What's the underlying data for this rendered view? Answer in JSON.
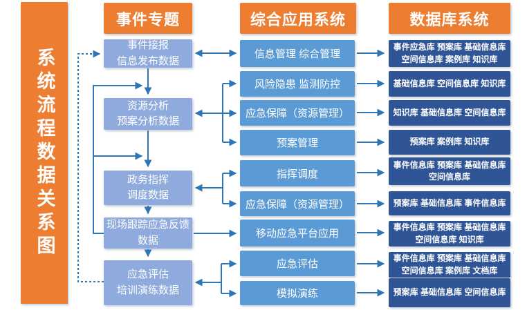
{
  "banner": {
    "title": "系统流程数据关系图"
  },
  "headers": {
    "col1": "事件专题",
    "col2": "综合应用系统",
    "col3": "数据库系统"
  },
  "event_topics": [
    {
      "label": "事件接报\n信息发布数据"
    },
    {
      "label": "资源分析\n预案分析数据"
    },
    {
      "label": "政务指挥\n调度数据"
    },
    {
      "label": "现场跟踪应急反馈\n数据"
    },
    {
      "label": "应急评估\n培训演练数据"
    }
  ],
  "app_systems": [
    {
      "label": "信息管理 综合管理"
    },
    {
      "label": "风险隐患 监测防控"
    },
    {
      "label": "应急保障（资源管理）"
    },
    {
      "label": "预案管理"
    },
    {
      "label": "指挥调度"
    },
    {
      "label": "应急保障（资源管理）"
    },
    {
      "label": "移动应急平台应用"
    },
    {
      "label": "应急评估"
    },
    {
      "label": "模拟演练"
    }
  ],
  "databases": [
    {
      "label": "事件应急库 预案库 基础信息库\n空间信息库 案例库 知识库"
    },
    {
      "label": "基础信息库 空间信息库 知识库"
    },
    {
      "label": "知识库 基础信息库 空间信息库"
    },
    {
      "label": "预案库 案例库 知识库"
    },
    {
      "label": "事件信息库 预案库 基础信息库\n空间信息库"
    },
    {
      "label": "预案库 基础信息库 事件信息库"
    },
    {
      "label": "事件信息库 预案库 基础信息库\n空间信息库 知识库"
    },
    {
      "label": "事件信息库 预案库 基础信息库\n空间信息库 案例库 文档库"
    },
    {
      "label": "预案库 基础信息库 空间信息库"
    }
  ],
  "colors": {
    "header_orange": "#ED7D31",
    "event_topic_blue": "#8FAADC",
    "app_system_blue": "#5B9BD5",
    "database_blue": "#2F5597",
    "arrow_blue": "#2E75B6"
  }
}
